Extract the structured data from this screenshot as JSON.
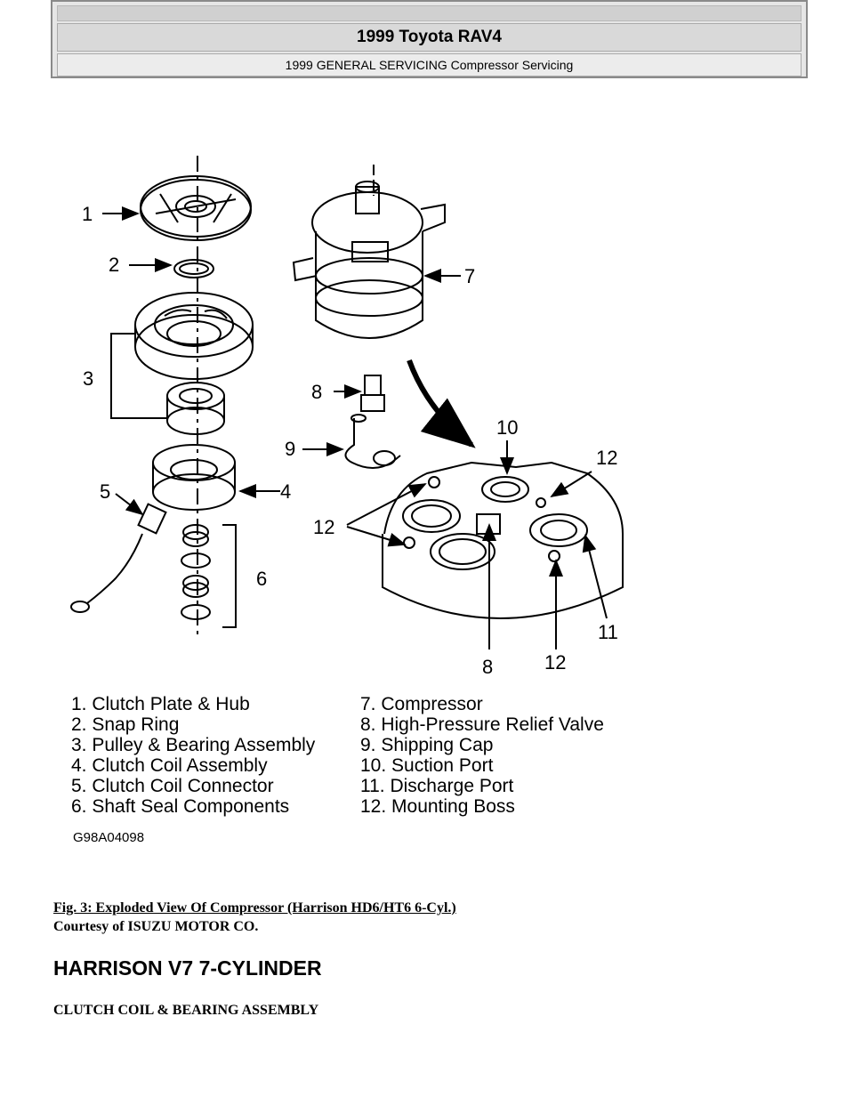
{
  "header": {
    "title": "1999 Toyota RAV4",
    "subtitle": "1999 GENERAL SERVICING Compressor Servicing"
  },
  "figure": {
    "callouts": [
      "1",
      "2",
      "3",
      "4",
      "5",
      "6",
      "7",
      "8",
      "9",
      "10",
      "11",
      "12"
    ],
    "legend_left": [
      "1. Clutch Plate & Hub",
      "2. Snap Ring",
      "3. Pulley & Bearing Assembly",
      "4. Clutch Coil Assembly",
      "5. Clutch Coil Connector",
      "6. Shaft Seal Components"
    ],
    "legend_right": [
      "7. Compressor",
      "8. High-Pressure Relief Valve",
      "9. Shipping Cap",
      "10. Suction Port",
      "11. Discharge Port",
      "12. Mounting Boss"
    ],
    "code": "G98A04098"
  },
  "caption": "Fig. 3: Exploded View Of Compressor (Harrison HD6/HT6 6-Cyl.)",
  "courtesy": "Courtesy of ISUZU MOTOR CO.",
  "section_heading": "HARRISON V7 7-CYLINDER",
  "subsection_heading": "CLUTCH COIL & BEARING ASSEMBLY"
}
